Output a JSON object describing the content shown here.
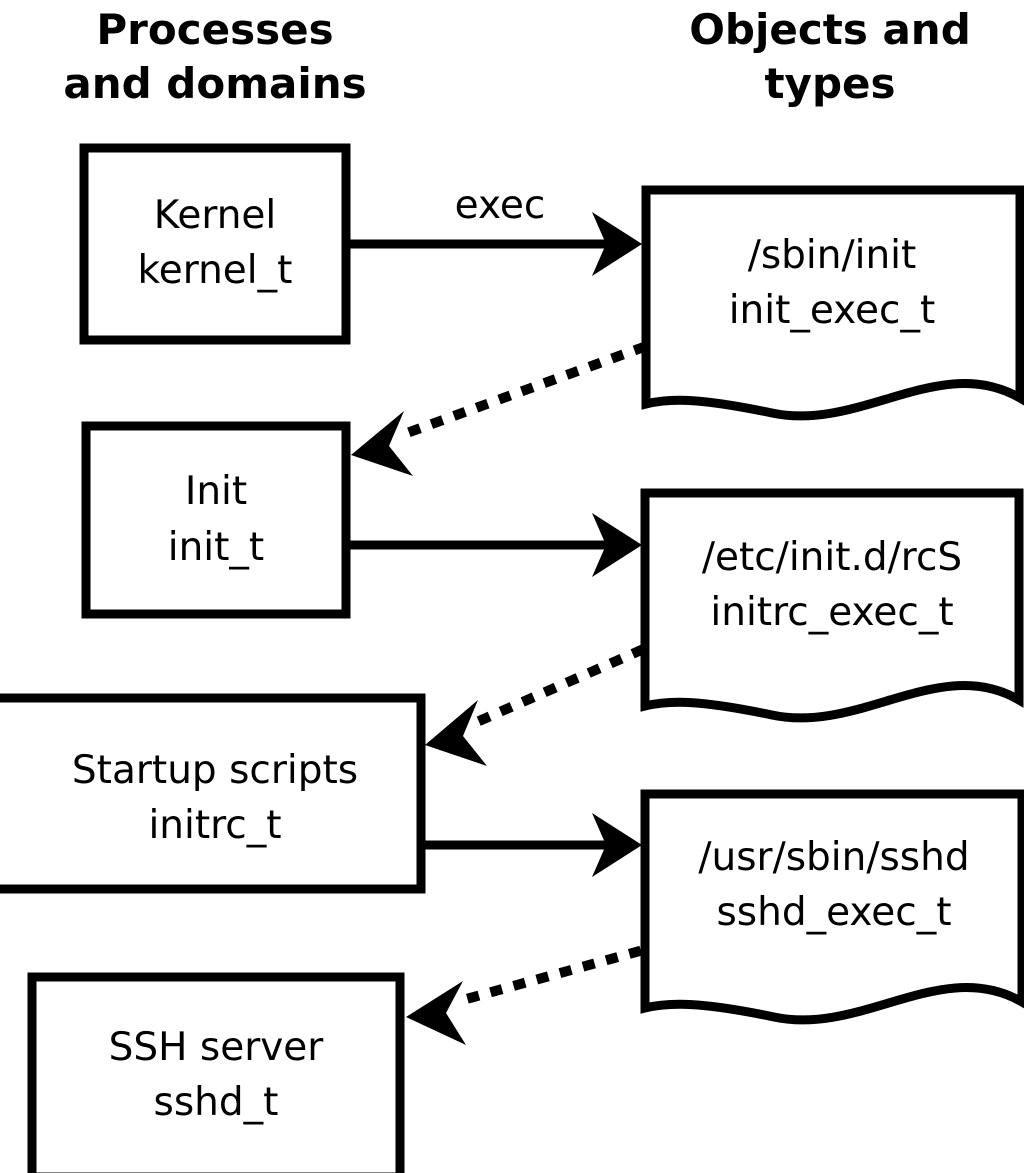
{
  "diagram": {
    "title_left": "Processes\nand domains",
    "columns": [
      {
        "id": "processes",
        "line1": "Processes",
        "line2": "and domains"
      },
      {
        "id": "objects",
        "line1": "Objects and",
        "line2": "types"
      }
    ],
    "colors": {
      "stroke": "#000000",
      "fill": "#ffffff",
      "text": "#000000",
      "background": "#ffffff"
    },
    "process_nodes": [
      {
        "id": "kernel",
        "line1": "Kernel",
        "line2": "kernel_t"
      },
      {
        "id": "init",
        "line1": "Init",
        "line2": "init_t"
      },
      {
        "id": "startup-scripts",
        "line1": "Startup scripts",
        "line2": "initrc_t"
      },
      {
        "id": "ssh-server",
        "line1": "SSH server",
        "line2": "sshd_t"
      }
    ],
    "object_nodes": [
      {
        "id": "sbin-init",
        "line1": "/sbin/init",
        "line2": "init_exec_t"
      },
      {
        "id": "etc-initd-rcs",
        "line1": "/etc/init.d/rcS",
        "line2": "initrc_exec_t"
      },
      {
        "id": "usr-sbin-sshd",
        "line1": "/usr/sbin/sshd",
        "line2": "sshd_exec_t"
      }
    ],
    "edges": [
      {
        "id": "kernel-exec-sbin-init",
        "from": "kernel",
        "to": "sbin-init",
        "label": "exec",
        "style": "solid"
      },
      {
        "id": "sbin-init-transition-init",
        "from": "sbin-init",
        "to": "init",
        "label": "",
        "style": "dotted"
      },
      {
        "id": "init-exec-rcs",
        "from": "init",
        "to": "etc-initd-rcs",
        "label": "",
        "style": "solid"
      },
      {
        "id": "rcs-transition-initrc",
        "from": "etc-initd-rcs",
        "to": "startup-scripts",
        "label": "",
        "style": "dotted"
      },
      {
        "id": "initrc-exec-sshd",
        "from": "startup-scripts",
        "to": "usr-sbin-sshd",
        "label": "",
        "style": "solid"
      },
      {
        "id": "sshd-transition-sshd",
        "from": "usr-sbin-sshd",
        "to": "ssh-server",
        "label": "",
        "style": "dotted"
      }
    ]
  }
}
